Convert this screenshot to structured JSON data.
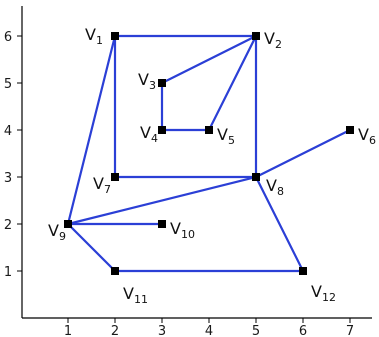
{
  "graph": {
    "x_ticks": [
      "1",
      "2",
      "3",
      "4",
      "5",
      "6",
      "7"
    ],
    "y_ticks": [
      "1",
      "2",
      "3",
      "4",
      "5",
      "6"
    ],
    "colors": {
      "edge": "#2b3fd6",
      "node": "#000000",
      "axis": "#000000"
    },
    "vertices": [
      {
        "id": "V1",
        "letter": "V",
        "sub": "1",
        "x": 2,
        "y": 6
      },
      {
        "id": "V2",
        "letter": "V",
        "sub": "2",
        "x": 5,
        "y": 6
      },
      {
        "id": "V3",
        "letter": "V",
        "sub": "3",
        "x": 3,
        "y": 5
      },
      {
        "id": "V4",
        "letter": "V",
        "sub": "4",
        "x": 3,
        "y": 4
      },
      {
        "id": "V5",
        "letter": "V",
        "sub": "5",
        "x": 4,
        "y": 4
      },
      {
        "id": "V6",
        "letter": "V",
        "sub": "6",
        "x": 7,
        "y": 4
      },
      {
        "id": "V7",
        "letter": "V",
        "sub": "7",
        "x": 2,
        "y": 3
      },
      {
        "id": "V8",
        "letter": "V",
        "sub": "8",
        "x": 5,
        "y": 3
      },
      {
        "id": "V9",
        "letter": "V",
        "sub": "9",
        "x": 1,
        "y": 2
      },
      {
        "id": "V10",
        "letter": "V",
        "sub": "10",
        "x": 3,
        "y": 2
      },
      {
        "id": "V11",
        "letter": "V",
        "sub": "11",
        "x": 2,
        "y": 1
      },
      {
        "id": "V12",
        "letter": "V",
        "sub": "12",
        "x": 6,
        "y": 1
      }
    ],
    "edges": [
      [
        "V1",
        "V2"
      ],
      [
        "V1",
        "V7"
      ],
      [
        "V1",
        "V9"
      ],
      [
        "V2",
        "V3"
      ],
      [
        "V2",
        "V5"
      ],
      [
        "V2",
        "V8"
      ],
      [
        "V3",
        "V4"
      ],
      [
        "V4",
        "V5"
      ],
      [
        "V7",
        "V8"
      ],
      [
        "V8",
        "V6"
      ],
      [
        "V8",
        "V9"
      ],
      [
        "V8",
        "V12"
      ],
      [
        "V9",
        "V10"
      ],
      [
        "V9",
        "V11"
      ],
      [
        "V11",
        "V12"
      ]
    ]
  }
}
